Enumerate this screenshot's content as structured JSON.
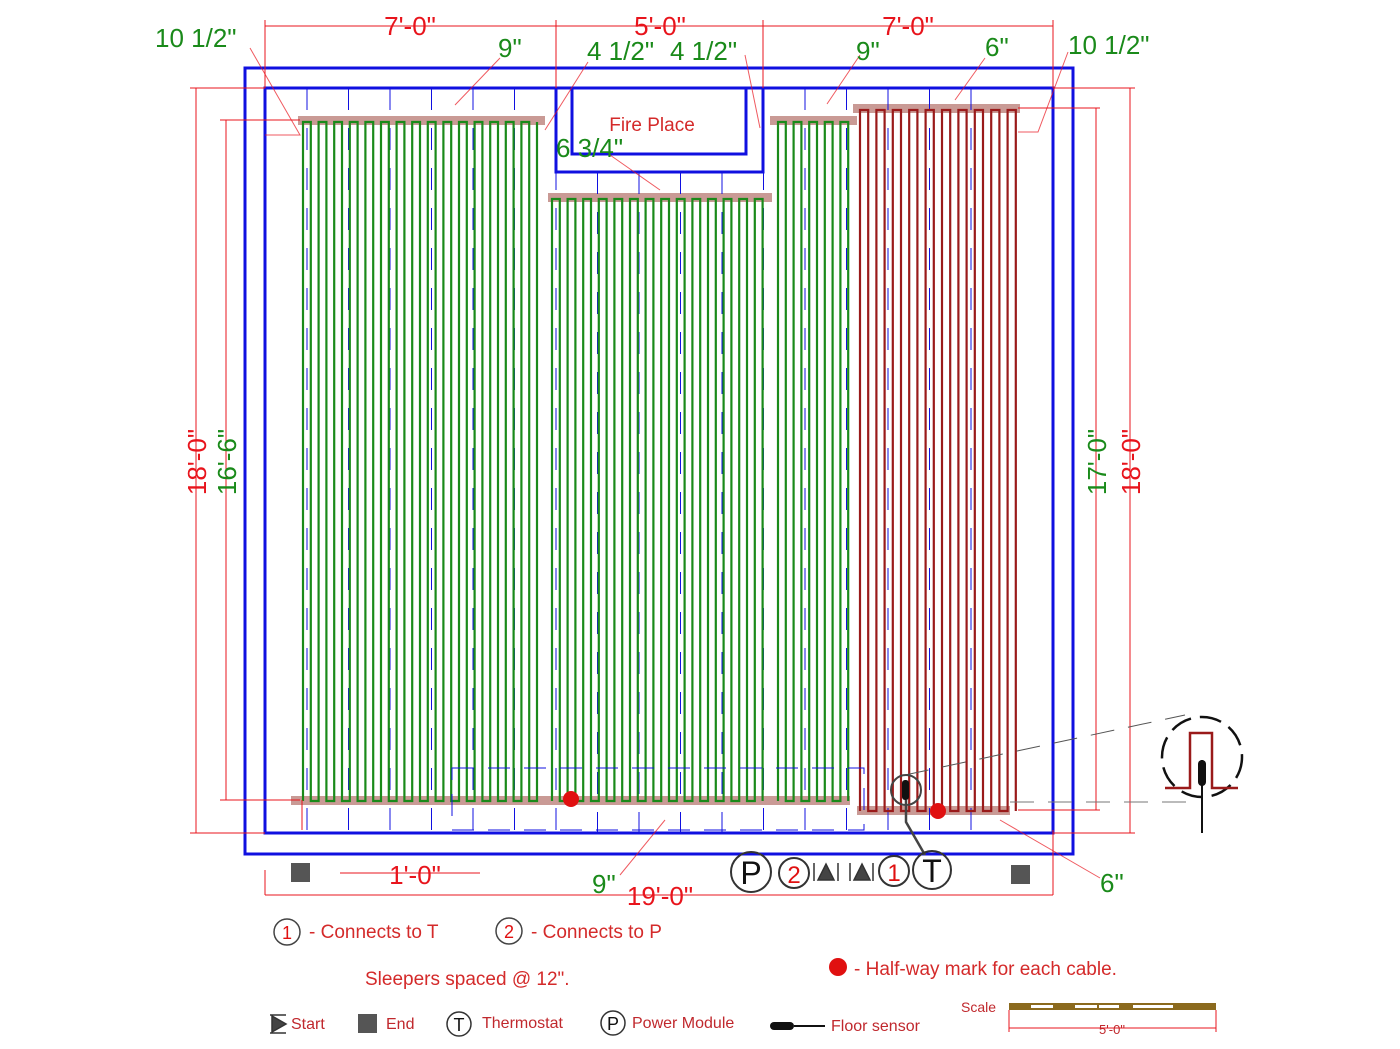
{
  "labels": {
    "fireplace": "Fire Place",
    "dims_red": {
      "top_left": "7'-0\"",
      "top_mid": "5'-0\"",
      "top_right": "7'-0\"",
      "bottom_total": "19'-0\"",
      "left_height": "18'-0\"",
      "right_height": "18'-0\"",
      "sleeper": "1'-0\""
    },
    "dims_green": {
      "top_left_offset": "10 1/2\"",
      "top_right_offset": "10 1/2\"",
      "nine_left": "9\"",
      "nine_right": "9\"",
      "fire_left": "4 1/2\"",
      "fire_right": "4 1/2\"",
      "fire_depth": "6 3/4\"",
      "six_top": "6\"",
      "six_bottom": "6\"",
      "nine_bottom": "9\"",
      "left_cable_height": "16'-6\"",
      "right_cable_height": "17'-0\""
    },
    "symbols": {
      "power": "P",
      "thermostat": "T",
      "conn1": "1",
      "conn2": "2"
    }
  },
  "notes": {
    "conn1_num": "1",
    "conn1_text": "- Connects to T",
    "conn2_num": "2",
    "conn2_text": "- Connects  to P",
    "sleepers": "Sleepers spaced @ 12\".",
    "halfway": "- Half-way mark for each cable."
  },
  "legend": {
    "start": "Start",
    "end": "End",
    "thermostat_sym": "T",
    "thermostat": "Thermostat",
    "power_sym": "P",
    "power": "Power Module",
    "sensor": "Floor sensor",
    "scale": "Scale",
    "scale_value": "5'-0\""
  },
  "colors": {
    "wall": "#1010e0",
    "cable1": "#1a8a1a",
    "cable2": "#9a1a1a",
    "dim": "#e8141c",
    "bar": "#c99a95"
  }
}
